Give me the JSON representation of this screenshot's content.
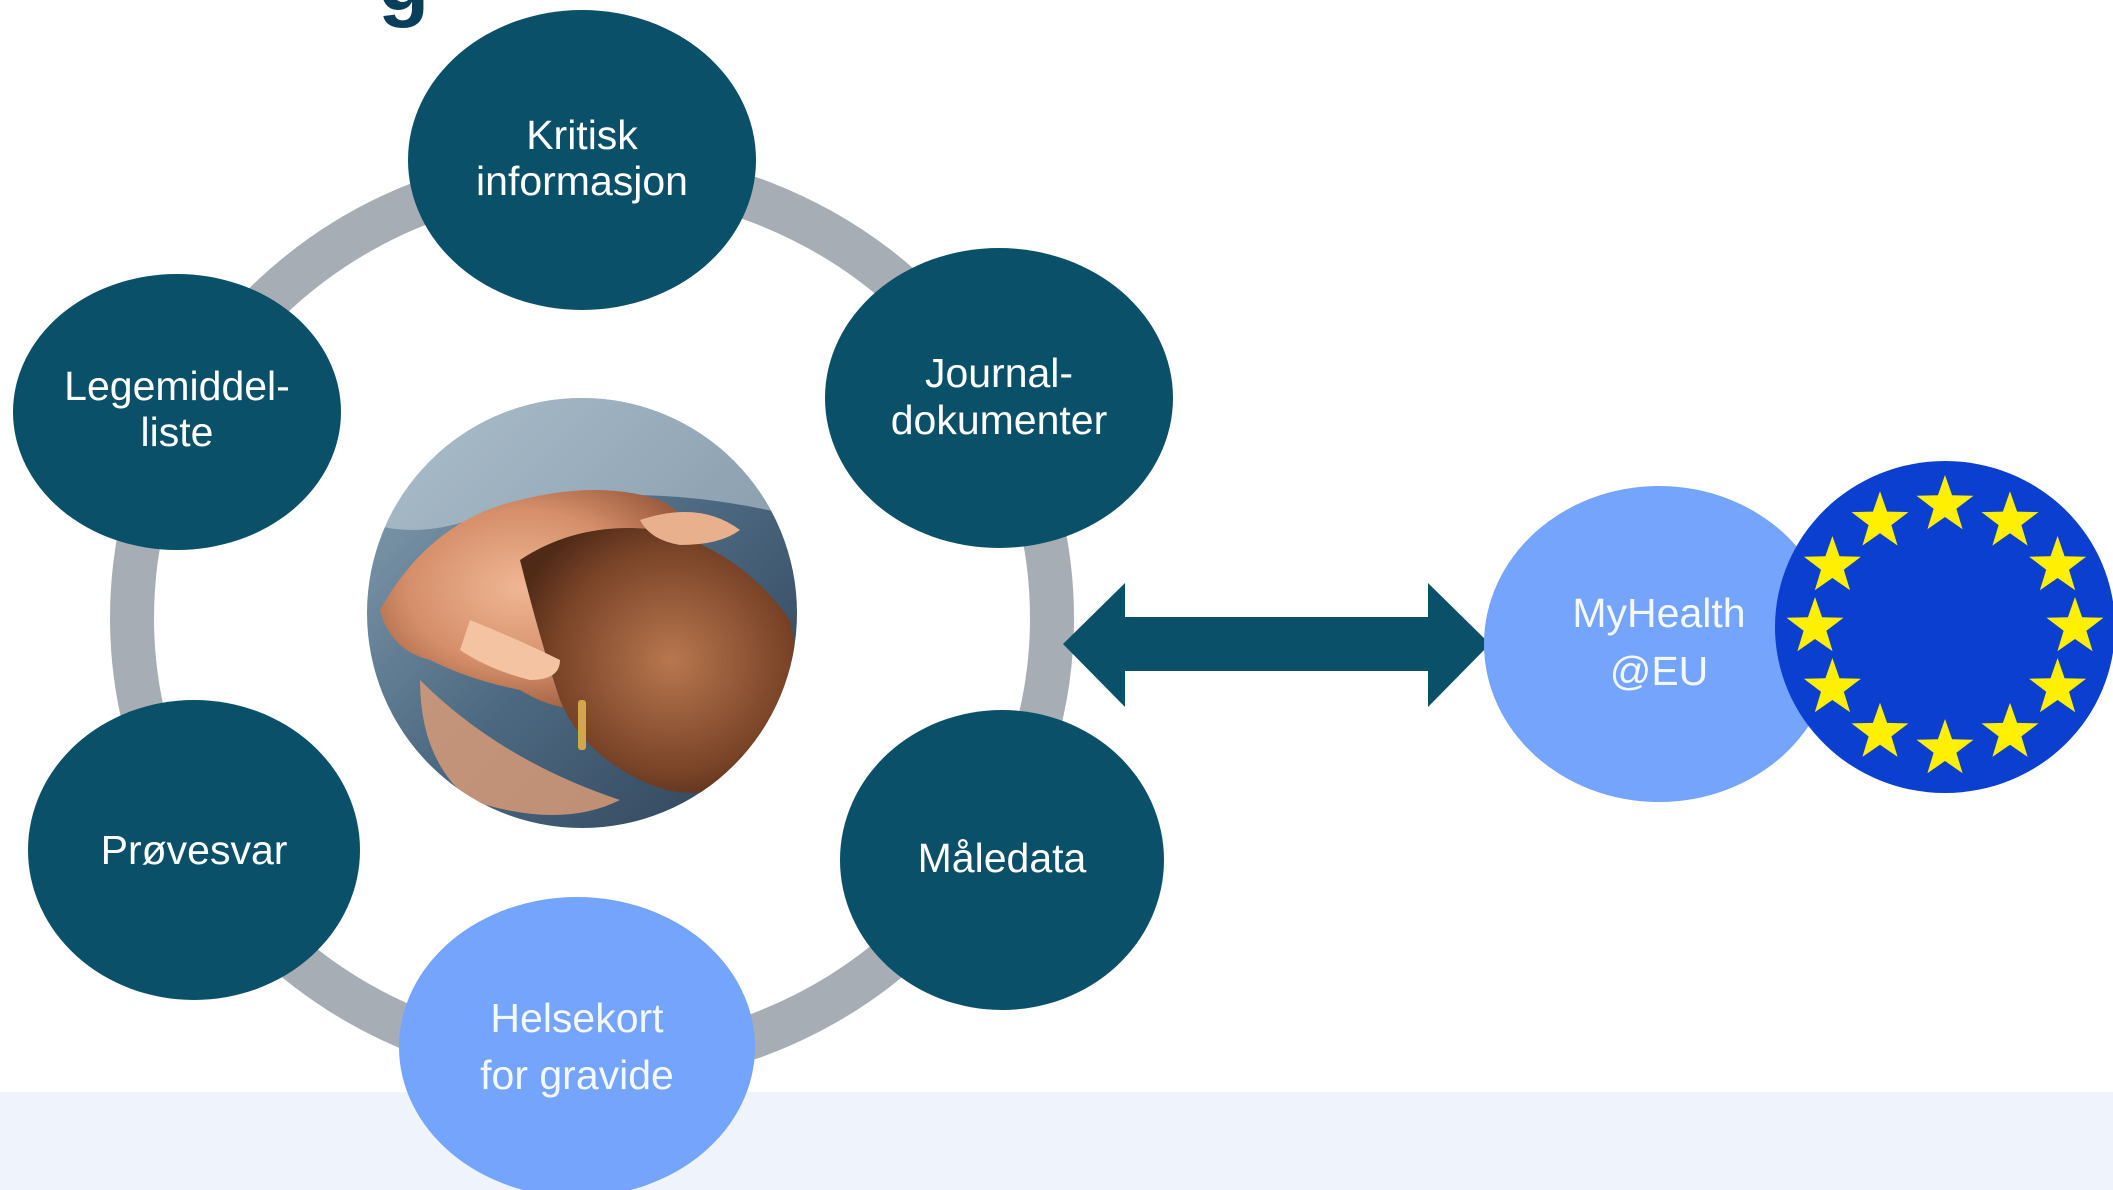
{
  "colors": {
    "background": "#ffffff",
    "footer_band": "#eef3fc",
    "ring": "#a7adb4",
    "node_dark": "#0a5068",
    "node_light": "#74a4fc",
    "node_text_dark": "#ffffff",
    "node_text_light": "#f4f8ff",
    "arrow": "#0a5068",
    "eu_blue": "#0b3fcf",
    "eu_star": "#ffef00"
  },
  "title_fragment": "g",
  "center_image": {
    "subject": "holding-hands-photo"
  },
  "nodes": [
    {
      "id": "kritisk",
      "lines": [
        "Kritisk",
        "informasjon"
      ],
      "style": "dark"
    },
    {
      "id": "journal",
      "lines": [
        "Journal-",
        "dokumenter"
      ],
      "style": "dark"
    },
    {
      "id": "maledata",
      "lines": [
        "Måledata"
      ],
      "style": "dark"
    },
    {
      "id": "helsekort",
      "lines": [
        "Helsekort",
        "for gravide"
      ],
      "style": "light"
    },
    {
      "id": "provesvar",
      "lines": [
        "Prøvesvar"
      ],
      "style": "dark"
    },
    {
      "id": "legemiddel",
      "lines": [
        "Legemiddel-",
        "liste"
      ],
      "style": "dark"
    }
  ],
  "connector": {
    "type": "double-arrow"
  },
  "myhealth": {
    "lines": [
      "MyHealth",
      "@EU"
    ]
  },
  "eu_flag": {
    "icon": "eu-flag-icon",
    "star_count": 12
  }
}
